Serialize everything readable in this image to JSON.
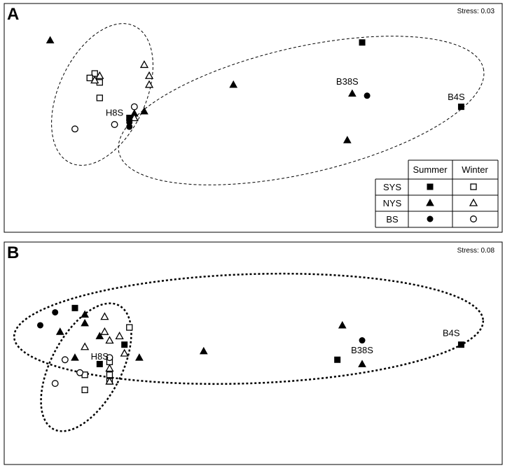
{
  "legend": {
    "col_headers": [
      "Summer",
      "Winter"
    ],
    "rows": [
      {
        "label": "SYS",
        "summer_marker": "filled-square",
        "winter_marker": "open-square"
      },
      {
        "label": "NYS",
        "summer_marker": "filled-triangle",
        "winter_marker": "open-triangle"
      },
      {
        "label": "BS",
        "summer_marker": "filled-circle",
        "winter_marker": "open-circle"
      }
    ]
  },
  "chart_data": [
    {
      "type": "scatter",
      "panel": "A",
      "annotation": "Stress: 0.03",
      "xlim": [
        0,
        100
      ],
      "ylim": [
        0,
        100
      ],
      "grid": false,
      "legend_position": "bottom-right",
      "series": [
        {
          "name": "SYS Summer",
          "marker": "filled-square",
          "points": [
            [
              72,
              84
            ],
            [
              92,
              55
            ],
            [
              25,
              50
            ]
          ]
        },
        {
          "name": "SYS Winter",
          "marker": "open-square",
          "points": [
            [
              18,
              70
            ],
            [
              17,
              68
            ],
            [
              19,
              66
            ],
            [
              19,
              59
            ]
          ]
        },
        {
          "name": "NYS Summer",
          "marker": "filled-triangle",
          "points": [
            [
              9,
              85
            ],
            [
              46,
              65
            ],
            [
              70,
              61
            ],
            [
              69,
              40
            ],
            [
              28,
              53
            ],
            [
              26,
              52
            ]
          ]
        },
        {
          "name": "NYS Winter",
          "marker": "open-triangle",
          "points": [
            [
              19,
              69
            ],
            [
              18,
              67
            ],
            [
              28,
              74
            ],
            [
              29,
              69
            ],
            [
              29,
              65
            ],
            [
              26,
              50
            ]
          ]
        },
        {
          "name": "BS Summer",
          "marker": "filled-circle",
          "points": [
            [
              73,
              60
            ],
            [
              25,
              49
            ],
            [
              25,
              48
            ],
            [
              25,
              46
            ]
          ]
        },
        {
          "name": "BS Winter",
          "marker": "open-circle",
          "points": [
            [
              26,
              55
            ],
            [
              14,
              45
            ],
            [
              22,
              47
            ]
          ]
        }
      ],
      "point_labels": [
        {
          "text": "H8S",
          "x": 22,
          "y": 51
        },
        {
          "text": "B38S",
          "x": 69,
          "y": 65
        },
        {
          "text": "B4S",
          "x": 91,
          "y": 58
        }
      ]
    },
    {
      "type": "scatter",
      "panel": "B",
      "annotation": "Stress: 0.08",
      "xlim": [
        0,
        100
      ],
      "ylim": [
        0,
        100
      ],
      "grid": false,
      "series": [
        {
          "name": "SYS Summer",
          "marker": "filled-square",
          "points": [
            [
              14,
              71
            ],
            [
              24,
              54
            ],
            [
              19,
              45
            ],
            [
              67,
              47
            ],
            [
              92,
              54
            ]
          ]
        },
        {
          "name": "SYS Winter",
          "marker": "open-square",
          "points": [
            [
              25,
              62
            ],
            [
              21,
              46
            ],
            [
              16,
              40
            ],
            [
              21,
              40
            ],
            [
              21,
              37
            ],
            [
              16,
              33
            ]
          ]
        },
        {
          "name": "NYS Summer",
          "marker": "filled-triangle",
          "points": [
            [
              16,
              68
            ],
            [
              16,
              64
            ],
            [
              11,
              60
            ],
            [
              19,
              58
            ],
            [
              14,
              48
            ],
            [
              27,
              48
            ],
            [
              40,
              51
            ],
            [
              68,
              63
            ],
            [
              72,
              45
            ]
          ]
        },
        {
          "name": "NYS Winter",
          "marker": "open-triangle",
          "points": [
            [
              20,
              67
            ],
            [
              20,
              60
            ],
            [
              23,
              58
            ],
            [
              21,
              56
            ],
            [
              16,
              53
            ],
            [
              24,
              50
            ],
            [
              21,
              43
            ],
            [
              21,
              37
            ]
          ]
        },
        {
          "name": "BS Summer",
          "marker": "filled-circle",
          "points": [
            [
              10,
              69
            ],
            [
              7,
              63
            ],
            [
              72,
              56
            ]
          ]
        },
        {
          "name": "BS Winter",
          "marker": "open-circle",
          "points": [
            [
              21,
              48
            ],
            [
              12,
              47
            ],
            [
              15,
              41
            ],
            [
              10,
              36
            ]
          ]
        }
      ],
      "point_labels": [
        {
          "text": "H8S",
          "x": 19,
          "y": 47
        },
        {
          "text": "B38S",
          "x": 72,
          "y": 50
        },
        {
          "text": "B4S",
          "x": 90,
          "y": 58
        }
      ]
    }
  ]
}
